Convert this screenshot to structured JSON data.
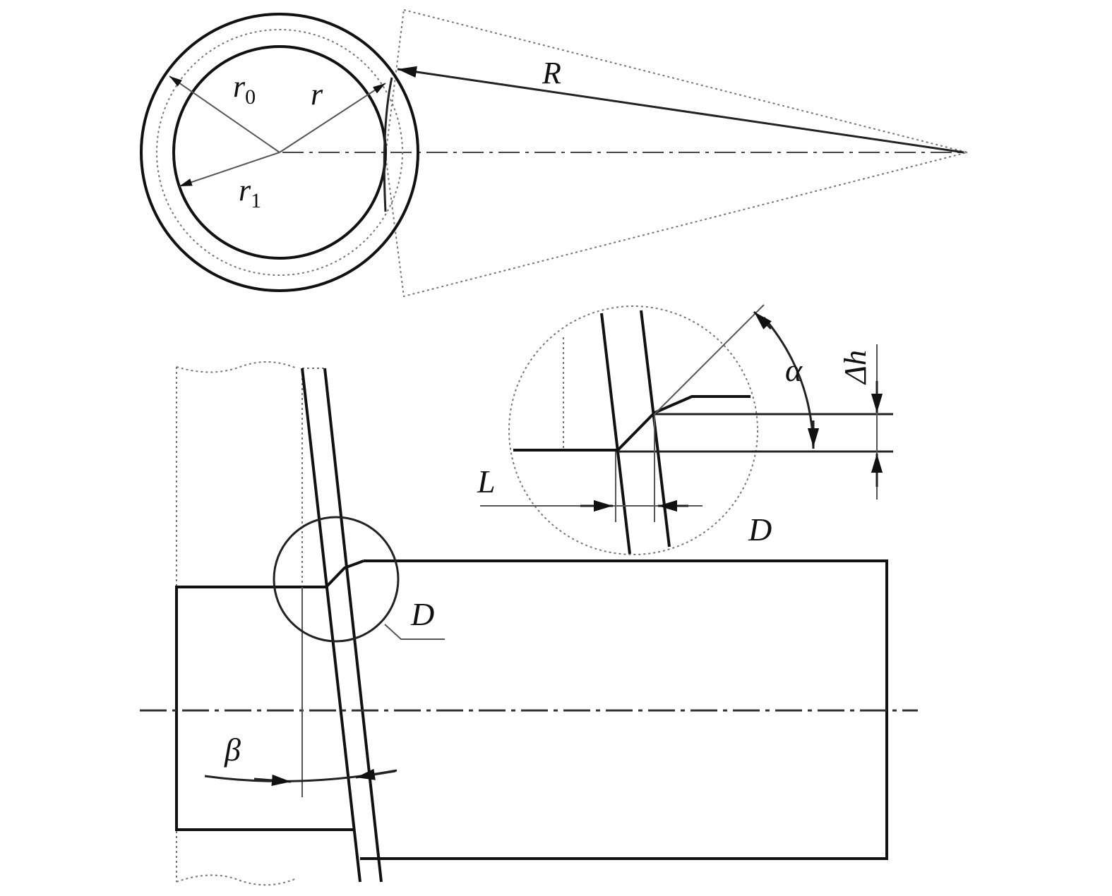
{
  "labels": {
    "r0": "r",
    "r0_sub": "0",
    "r": "r",
    "r1": "r",
    "r1_sub": "1",
    "R": "R",
    "alpha": "α",
    "delta_h": "Δh",
    "L": "L",
    "D_detail": "D",
    "D_callout": "D",
    "beta": "β"
  },
  "colors": {
    "line": "#111111",
    "construction": "#777777",
    "background": "#ffffff"
  }
}
